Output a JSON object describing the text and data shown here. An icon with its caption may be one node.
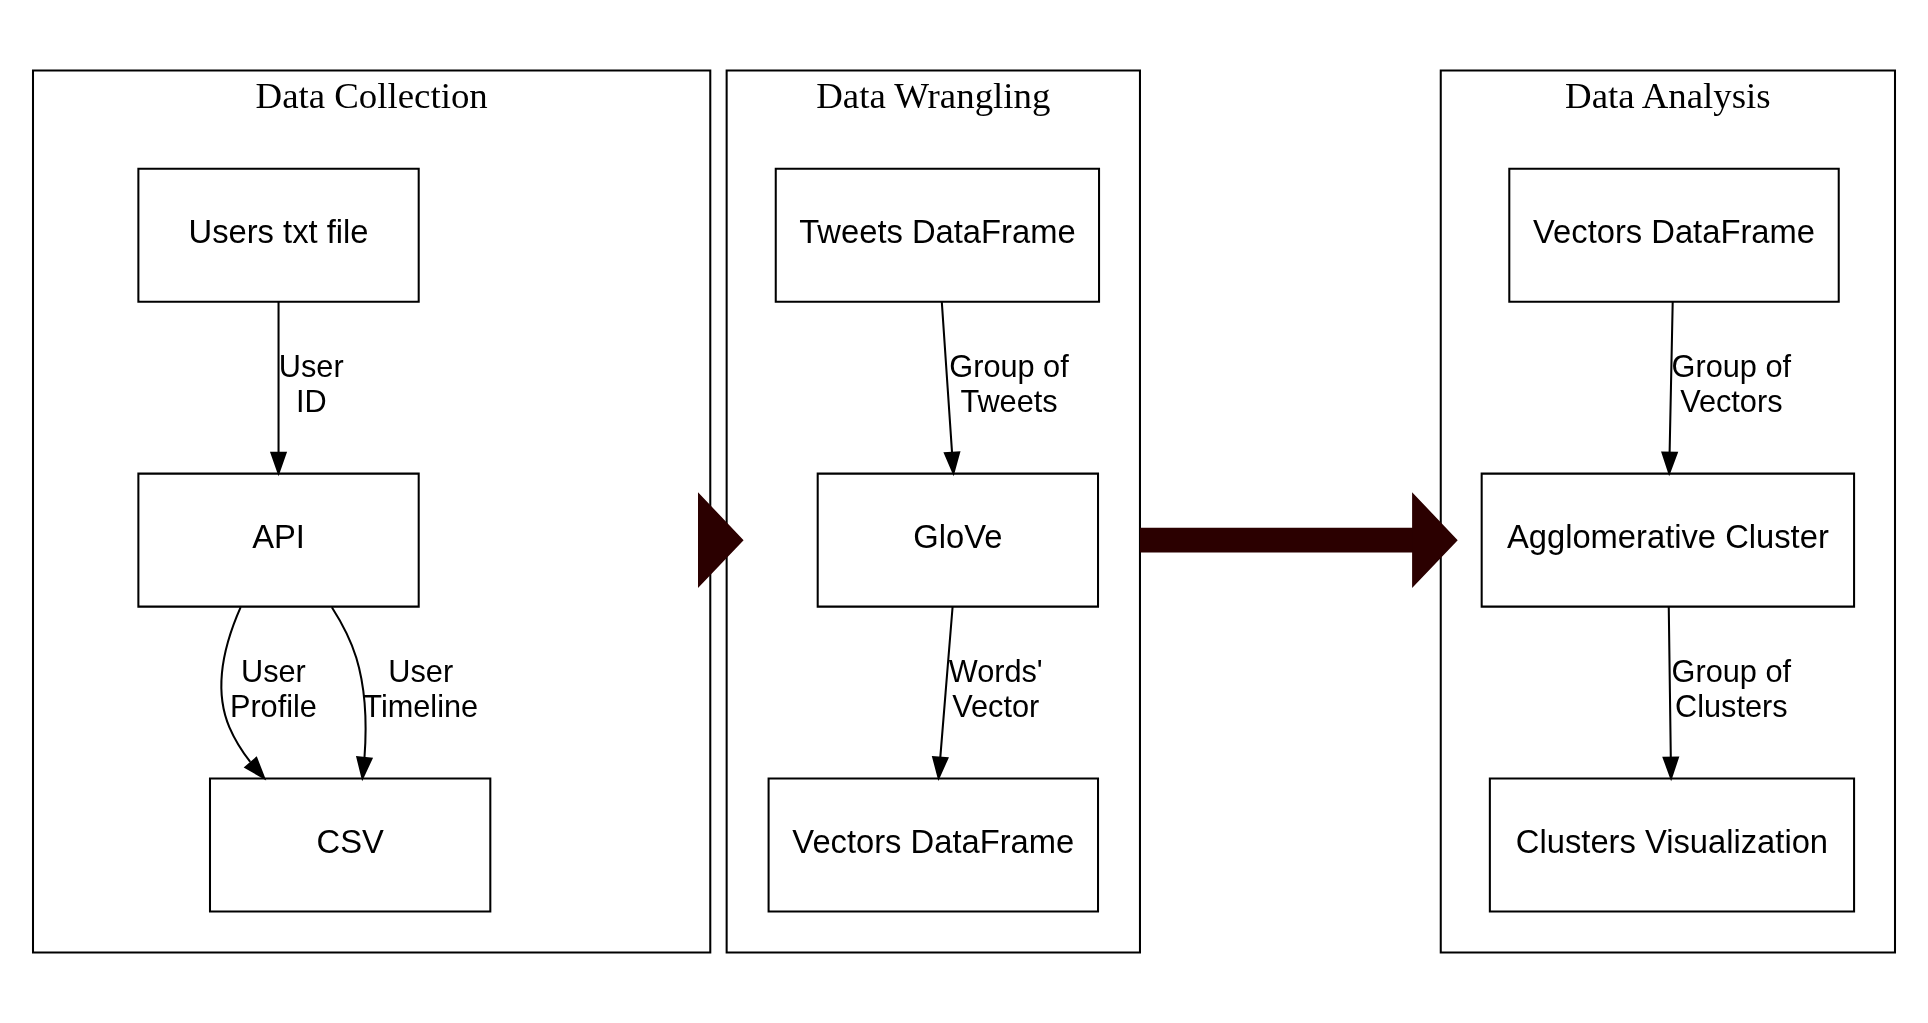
{
  "diagram": {
    "nodes": [
      {
        "text": [
          "Data Collection"
        ]
      },
      {
        "text": [
          "Users txt file"
        ],
        "in": 0
      },
      {
        "text": [
          "API"
        ],
        "in": 0
      },
      {
        "text": [
          "CSV"
        ],
        "in": 0
      },
      {
        "text": [
          "Data Wrangling"
        ]
      },
      {
        "text": [
          "Tweets DataFrame"
        ],
        "in": 4
      },
      {
        "text": [
          "GloVe"
        ],
        "in": 4
      },
      {
        "text": [
          "Vectors DataFrame"
        ],
        "in": 4
      },
      {
        "text": [
          "Data Analysis"
        ]
      },
      {
        "text": [
          "Vectors DataFrame"
        ],
        "in": 8
      },
      {
        "text": [
          "Agglomerative Cluster"
        ],
        "in": 8
      },
      {
        "text": [
          "Clusters Visualization"
        ],
        "in": 8
      }
    ],
    "edges": [
      {
        "from": 1,
        "to": 2,
        "arrow": "to",
        "label": "User ID"
      },
      {
        "from": 2,
        "to": 3,
        "arrow": "to",
        "label": "User Profile"
      },
      {
        "from": 2,
        "to": 3,
        "arrow": "to",
        "label": "User Timeline"
      },
      {
        "from": 5,
        "to": 6,
        "arrow": "to",
        "label": "Group of Tweets"
      },
      {
        "from": 6,
        "to": 7,
        "arrow": "to",
        "label": "Words' Vector"
      },
      {
        "from": 9,
        "to": 10,
        "arrow": "to",
        "label": "Group of Vectors"
      },
      {
        "from": 10,
        "to": 11,
        "arrow": "to",
        "label": "Group of Clusters"
      },
      {
        "from": 0,
        "to": 4,
        "arrow": "to",
        "style": "thick",
        "color": "#2b0000"
      },
      {
        "from": 4,
        "to": 8,
        "arrow": "to",
        "style": "thick",
        "color": "#2b0000"
      }
    ]
  }
}
